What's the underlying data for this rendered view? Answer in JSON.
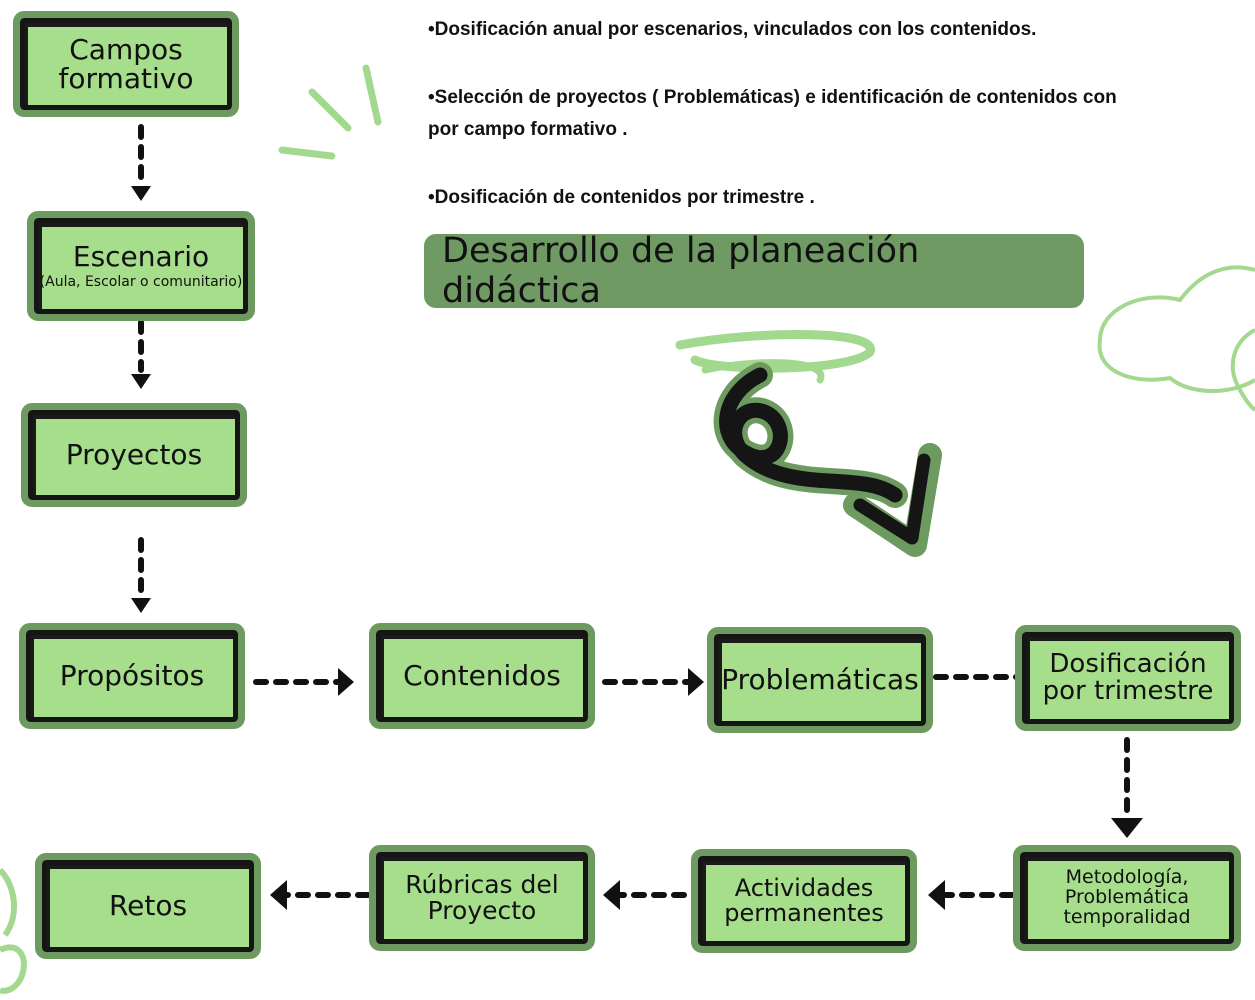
{
  "bullets": [
    "•Dosificación anual por escenarios, vinculados con los contenidos.",
    "•Selección de proyectos ( Problemáticas) e identificación de contenidos con",
    "por campo formativo .",
    "•Dosificación de contenidos por trimestre ."
  ],
  "banner": "Desarrollo de la planeación didáctica",
  "boxes": {
    "campos": "Campos formativo",
    "escenario": "Escenario",
    "escenario_sub": "(Aula, Escolar o comunitario)",
    "proyectos": "Proyectos",
    "propositos": "Propósitos",
    "contenidos": "Contenidos",
    "problematicas": "Problemáticas",
    "dosificacion": "Dosificación por trimestre",
    "metodologia": "Metodología, Problemática temporalidad",
    "actividades": "Actividades permanentes",
    "rubricas": "Rúbricas del Proyecto",
    "retos": "Retos"
  },
  "colors": {
    "box_fill": "#a6de8b",
    "box_outline": "#6d9a5e",
    "banner_fill": "#6f9a64",
    "accent_light": "#a3d98e"
  }
}
